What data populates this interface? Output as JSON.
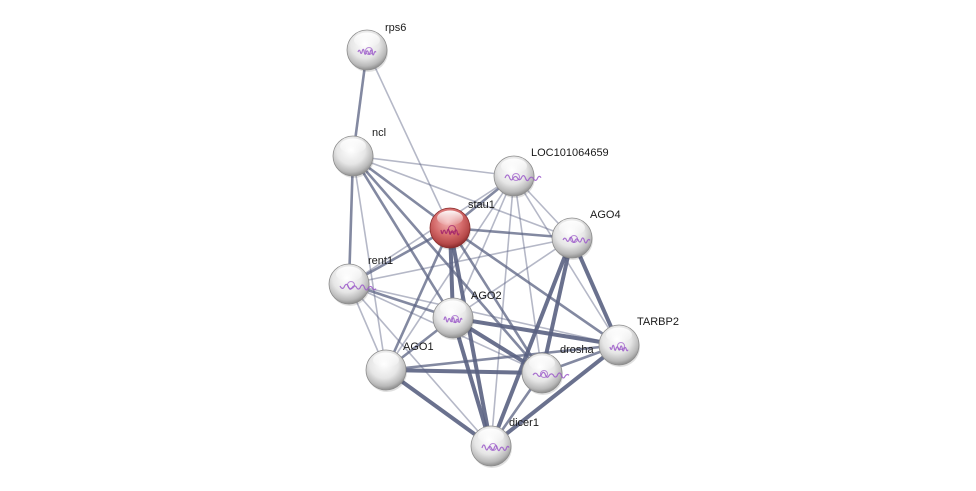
{
  "network": {
    "title": "Protein interaction network",
    "query_protein": "stau1",
    "colors": {
      "query_node": "#c94c4c",
      "node": "#e4e4e4",
      "edge": "#5a6282",
      "structure": "#9b59c9"
    },
    "nodes": [
      {
        "id": "rps6",
        "label": "rps6",
        "query": false,
        "has_structure": true
      },
      {
        "id": "ncl",
        "label": "ncl",
        "query": false,
        "has_structure": false
      },
      {
        "id": "LOC101064659",
        "label": "LOC101064659",
        "query": false,
        "has_structure": true
      },
      {
        "id": "stau1",
        "label": "stau1",
        "query": true,
        "has_structure": true
      },
      {
        "id": "AGO4",
        "label": "AGO4",
        "query": false,
        "has_structure": true
      },
      {
        "id": "rent1",
        "label": "rent1",
        "query": false,
        "has_structure": true
      },
      {
        "id": "AGO2",
        "label": "AGO2",
        "query": false,
        "has_structure": true
      },
      {
        "id": "AGO1",
        "label": "AGO1",
        "query": false,
        "has_structure": false
      },
      {
        "id": "drosha",
        "label": "drosha",
        "query": false,
        "has_structure": true
      },
      {
        "id": "TARBP2",
        "label": "TARBP2",
        "query": false,
        "has_structure": true
      },
      {
        "id": "dicer1",
        "label": "dicer1",
        "query": false,
        "has_structure": true
      }
    ],
    "edges": [
      {
        "source": "rps6",
        "target": "ncl",
        "confidence": "medium"
      },
      {
        "source": "rps6",
        "target": "stau1",
        "confidence": "low"
      },
      {
        "source": "ncl",
        "target": "LOC101064659",
        "confidence": "low"
      },
      {
        "source": "ncl",
        "target": "stau1",
        "confidence": "medium"
      },
      {
        "source": "ncl",
        "target": "rent1",
        "confidence": "medium"
      },
      {
        "source": "ncl",
        "target": "AGO4",
        "confidence": "low"
      },
      {
        "source": "ncl",
        "target": "AGO2",
        "confidence": "medium"
      },
      {
        "source": "ncl",
        "target": "AGO1",
        "confidence": "low"
      },
      {
        "source": "ncl",
        "target": "drosha",
        "confidence": "medium"
      },
      {
        "source": "LOC101064659",
        "target": "stau1",
        "confidence": "medium"
      },
      {
        "source": "LOC101064659",
        "target": "rent1",
        "confidence": "low"
      },
      {
        "source": "LOC101064659",
        "target": "AGO4",
        "confidence": "low"
      },
      {
        "source": "LOC101064659",
        "target": "AGO2",
        "confidence": "low"
      },
      {
        "source": "LOC101064659",
        "target": "AGO1",
        "confidence": "low"
      },
      {
        "source": "LOC101064659",
        "target": "drosha",
        "confidence": "low"
      },
      {
        "source": "LOC101064659",
        "target": "TARBP2",
        "confidence": "low"
      },
      {
        "source": "LOC101064659",
        "target": "dicer1",
        "confidence": "low"
      },
      {
        "source": "stau1",
        "target": "AGO4",
        "confidence": "medium"
      },
      {
        "source": "stau1",
        "target": "rent1",
        "confidence": "medium"
      },
      {
        "source": "stau1",
        "target": "AGO2",
        "confidence": "high"
      },
      {
        "source": "stau1",
        "target": "AGO1",
        "confidence": "medium"
      },
      {
        "source": "stau1",
        "target": "drosha",
        "confidence": "medium"
      },
      {
        "source": "stau1",
        "target": "TARBP2",
        "confidence": "medium"
      },
      {
        "source": "stau1",
        "target": "dicer1",
        "confidence": "high"
      },
      {
        "source": "AGO4",
        "target": "rent1",
        "confidence": "low"
      },
      {
        "source": "AGO4",
        "target": "AGO2",
        "confidence": "low"
      },
      {
        "source": "AGO4",
        "target": "drosha",
        "confidence": "high"
      },
      {
        "source": "AGO4",
        "target": "TARBP2",
        "confidence": "high"
      },
      {
        "source": "AGO4",
        "target": "dicer1",
        "confidence": "high"
      },
      {
        "source": "rent1",
        "target": "AGO2",
        "confidence": "medium"
      },
      {
        "source": "rent1",
        "target": "AGO1",
        "confidence": "low"
      },
      {
        "source": "rent1",
        "target": "drosha",
        "confidence": "low"
      },
      {
        "source": "rent1",
        "target": "TARBP2",
        "confidence": "low"
      },
      {
        "source": "rent1",
        "target": "dicer1",
        "confidence": "low"
      },
      {
        "source": "AGO2",
        "target": "AGO1",
        "confidence": "medium"
      },
      {
        "source": "AGO2",
        "target": "drosha",
        "confidence": "high"
      },
      {
        "source": "AGO2",
        "target": "TARBP2",
        "confidence": "high"
      },
      {
        "source": "AGO2",
        "target": "dicer1",
        "confidence": "high"
      },
      {
        "source": "AGO1",
        "target": "drosha",
        "confidence": "high"
      },
      {
        "source": "AGO1",
        "target": "TARBP2",
        "confidence": "medium"
      },
      {
        "source": "AGO1",
        "target": "dicer1",
        "confidence": "high"
      },
      {
        "source": "drosha",
        "target": "TARBP2",
        "confidence": "medium"
      },
      {
        "source": "drosha",
        "target": "dicer1",
        "confidence": "medium"
      },
      {
        "source": "TARBP2",
        "target": "dicer1",
        "confidence": "high"
      }
    ]
  }
}
